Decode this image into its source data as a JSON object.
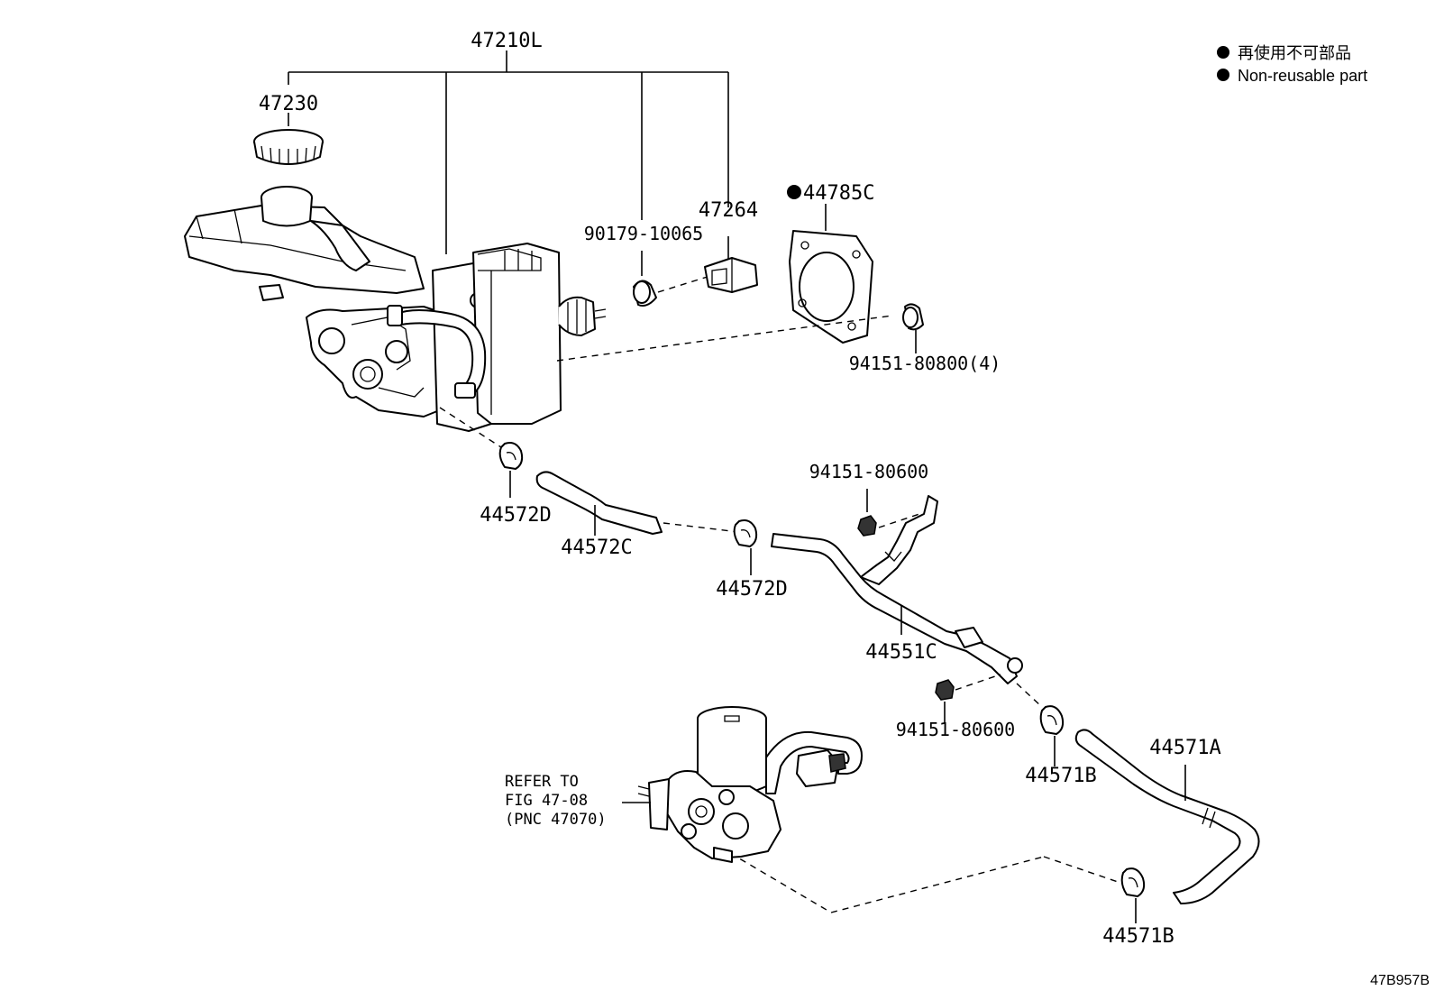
{
  "legend": {
    "line_ja": "再使用不可部品",
    "line_en": "Non-reusable part"
  },
  "labels": {
    "master_cylinder_assy": "47210L",
    "reservoir_cap": "47230",
    "gasket": "44785C",
    "grommet": "90179-10065",
    "bracket": "47264",
    "nut_4": "94151-80800(4)",
    "clip_upper": "44572D",
    "hose_upper": "44572C",
    "clip_mid": "44572D",
    "nut_top": "94151-80600",
    "tube": "44551C",
    "nut_bottom": "94151-80600",
    "hose_lower": "44571A",
    "clip_lower_1": "44571B",
    "clip_lower_2": "44571B"
  },
  "refer": {
    "line1": "REFER TO",
    "line2": "FIG 47-08",
    "line3": "(PNC 47070)"
  },
  "illustration_id": "47B957B"
}
